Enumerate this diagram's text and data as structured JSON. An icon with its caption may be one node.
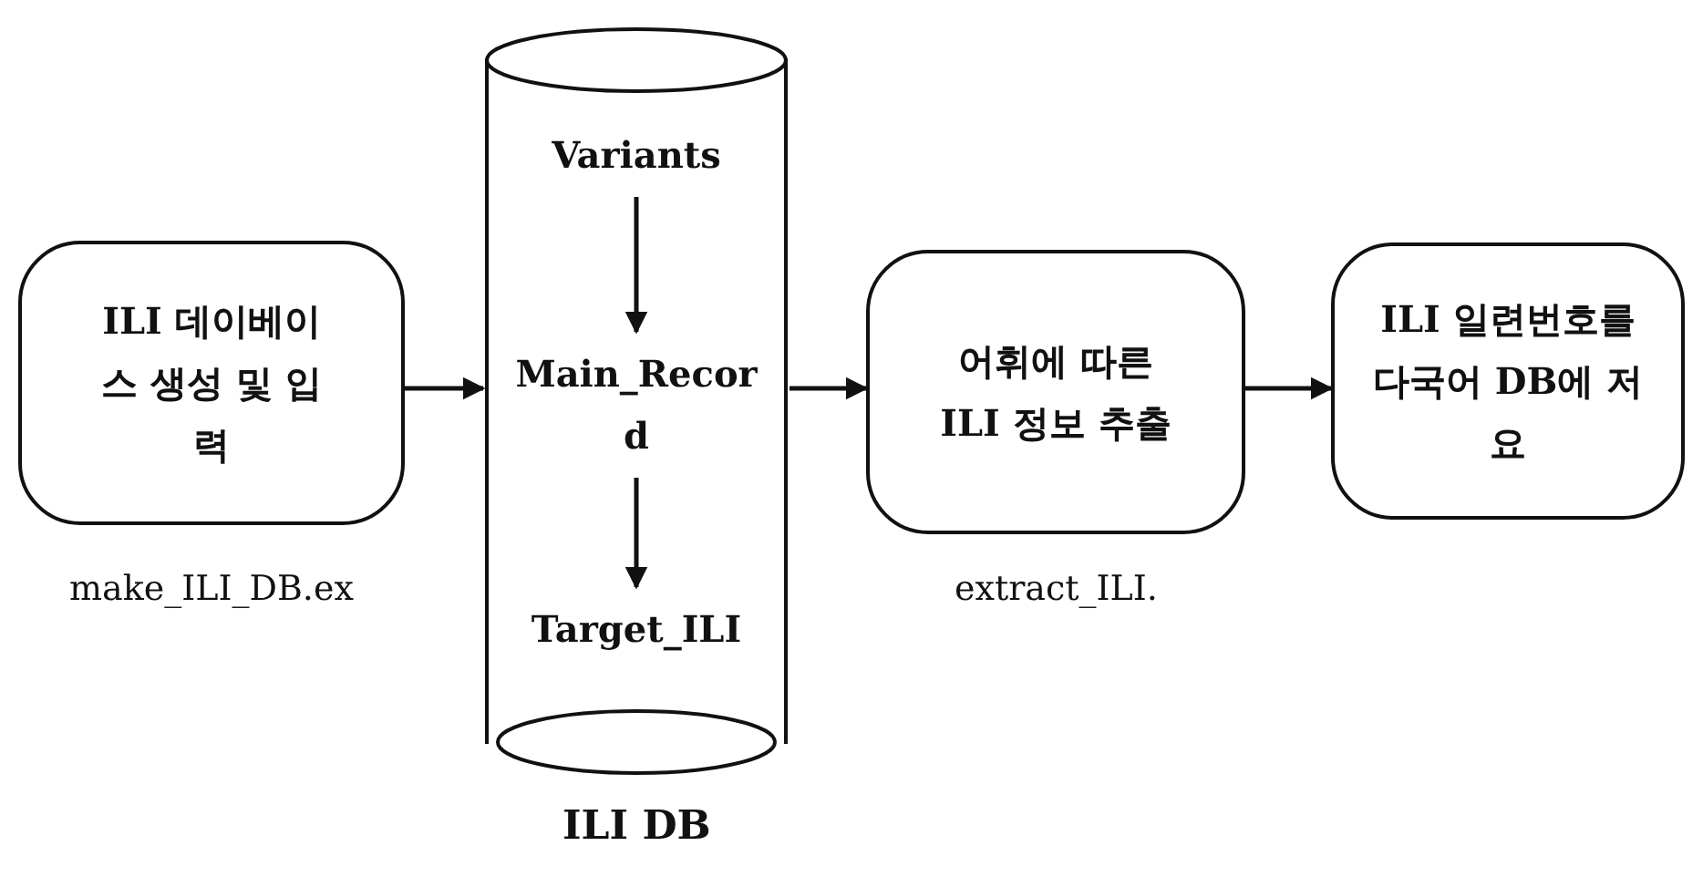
{
  "diagram": {
    "nodes": [
      {
        "text": [
          "ILI 데이베이스 생성 및 입력"
        ],
        "beside": [
          "make_ILI_DB.ex"
        ]
      },
      {
        "text": [],
        "shape": "cylinder",
        "beside": [
          "ILI DB"
        ]
      },
      {
        "text": [
          "Variants"
        ],
        "in": 1
      },
      {
        "text": [
          "Main_Recor d"
        ],
        "in": 1
      },
      {
        "text": [
          "Target_ILI"
        ],
        "in": 1
      },
      {
        "text": [
          "어휘에 따른 ILI 정보 추출"
        ],
        "beside": [
          "extract_ILI."
        ]
      },
      {
        "text": [
          "ILI 일련번호를 다국어 DB에 저요"
        ]
      }
    ],
    "edges": [
      {
        "from": 0,
        "to": 1,
        "arrow": "to"
      },
      {
        "from": 2,
        "to": 3,
        "arrow": "to"
      },
      {
        "from": 3,
        "to": 4,
        "arrow": "to"
      },
      {
        "from": 1,
        "to": 5,
        "arrow": "to"
      },
      {
        "from": 5,
        "to": 6,
        "arrow": "to"
      }
    ]
  }
}
